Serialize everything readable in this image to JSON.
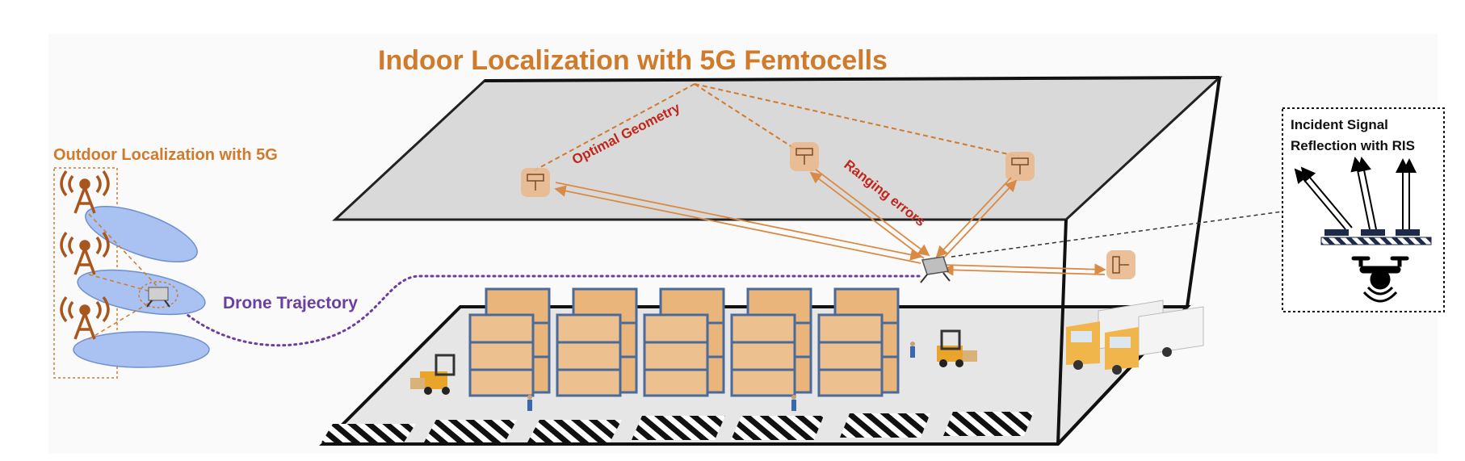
{
  "title": "Indoor Localization with 5G Femtocells",
  "outdoor_label": "Outdoor Localization with 5G",
  "drone_label": "Drone Trajectory",
  "geometry_label": "Optimal Geometry",
  "ranging_label": "Ranging errors",
  "inset": {
    "line1": "Incident Signal",
    "line2": "Reflection with RIS"
  },
  "colors": {
    "accent_orange": "#d07a2c",
    "arrow_orange": "#d98a45",
    "red_text": "#c0261c",
    "purple": "#6a3fa0",
    "cell_blue": "#a9c2f2",
    "ceiling_gray": "#d9d9d9",
    "floor_gray": "#e6e6e6",
    "box_tan": "#e9b57b",
    "rack_blue": "#4a6a9a"
  },
  "icons": [
    "cell-tower-icon",
    "femtocell-icon",
    "drone-icon",
    "forklift-icon",
    "truck-icon",
    "worker-icon",
    "ris-panel-icon"
  ]
}
